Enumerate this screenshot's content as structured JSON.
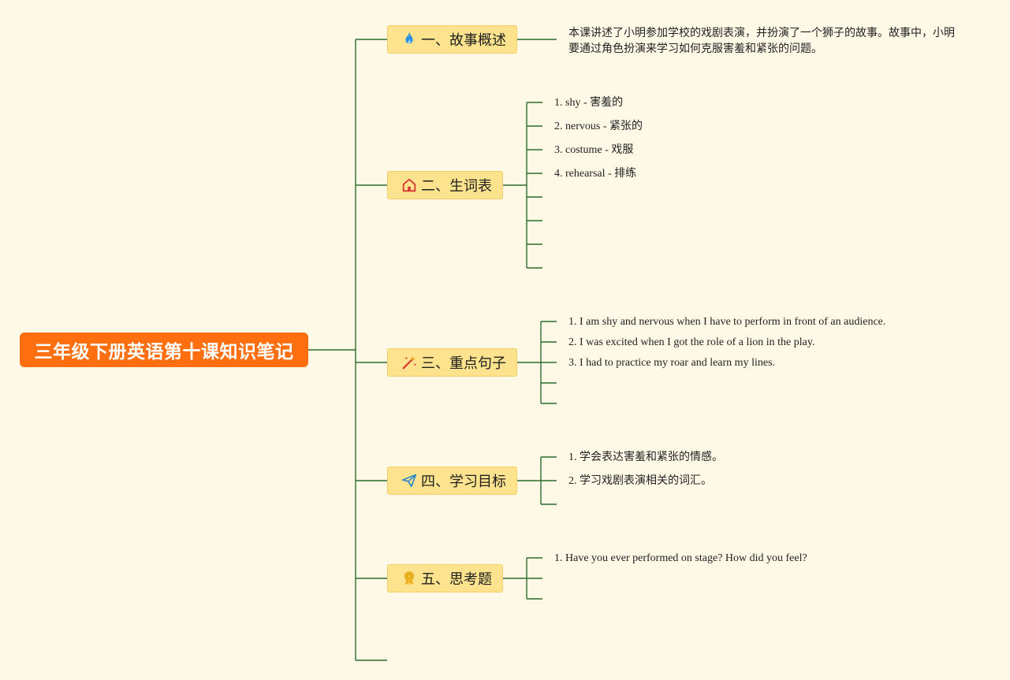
{
  "root": {
    "title": "三年级下册英语第十课知识笔记"
  },
  "branches": [
    {
      "label": "一、故事概述",
      "icon": "fire-icon"
    },
    {
      "label": "二、生词表",
      "icon": "house-icon"
    },
    {
      "label": "三、重点句子",
      "icon": "magic-wand-icon"
    },
    {
      "label": "四、学习目标",
      "icon": "paper-plane-icon"
    },
    {
      "label": "五、思考题",
      "icon": "medal-icon"
    }
  ],
  "summary": {
    "text": "本课讲述了小明参加学校的戏剧表演，并扮演了一个狮子的故事。故事中，小明要通过角色扮演来学习如何克服害羞和紧张的问题。"
  },
  "vocabulary": [
    "1. shy - 害羞的",
    "2. nervous - 紧张的",
    "3. costume - 戏服",
    "4. rehearsal - 排练"
  ],
  "sentences": [
    "1. I am shy and nervous when I have to perform in front of an audience.",
    "2. I was excited when I got the role of a lion in the play.",
    "3. I had to practice my roar and learn my lines."
  ],
  "goals": [
    "1. 学会表达害羞和紧张的情感。",
    "2. 学习戏剧表演相关的词汇。"
  ],
  "questions": [
    "1. Have you ever performed on stage? How did you feel?"
  ],
  "colors": {
    "background": "#fef8e6",
    "root": "#ff6f0f",
    "branch": "#fde38d",
    "line": "#1f5c1f"
  }
}
